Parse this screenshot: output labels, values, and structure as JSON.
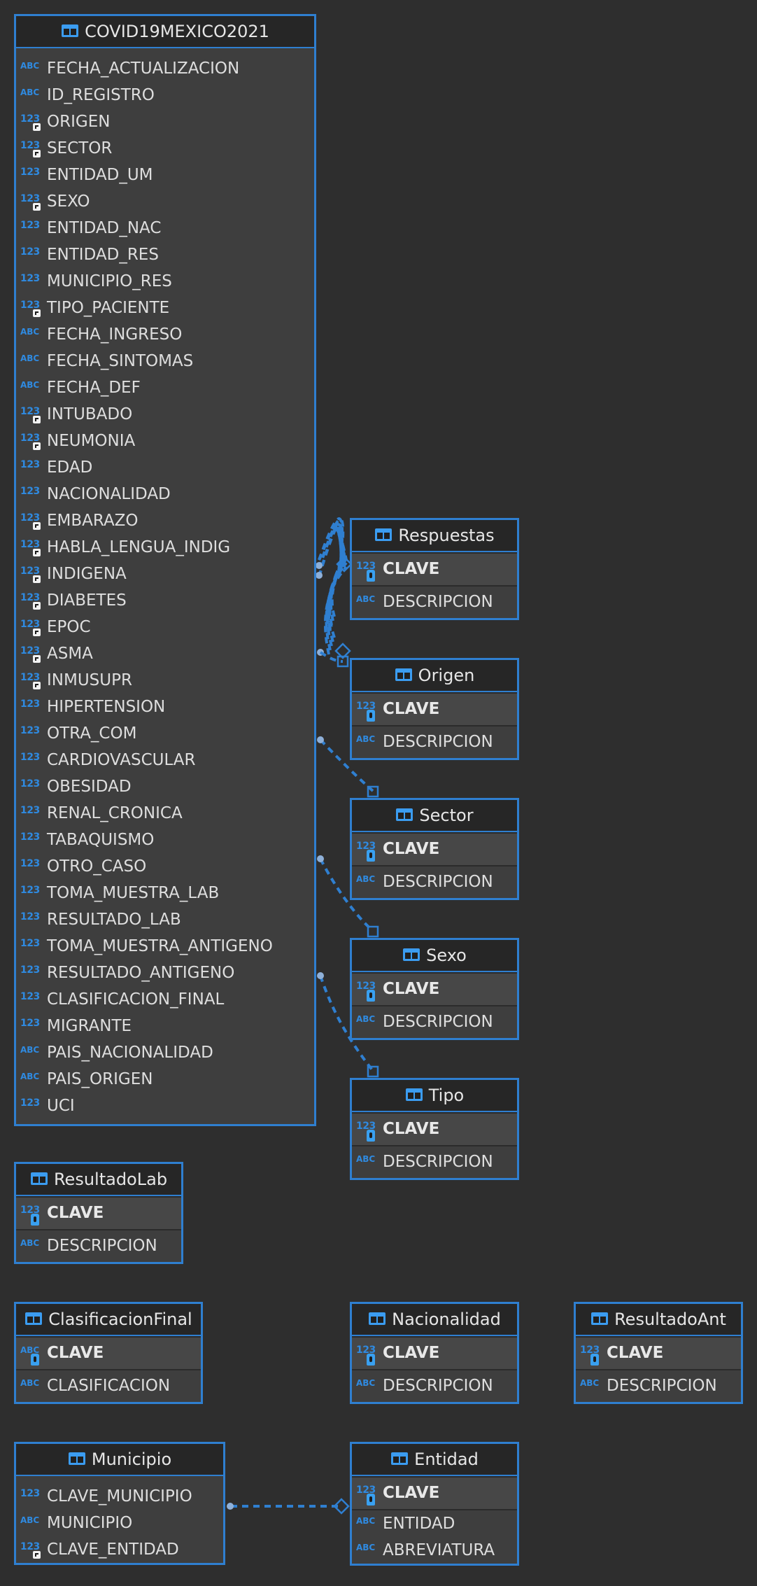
{
  "entities": [
    {
      "id": "covid",
      "title": "COVID19MEXICO2021",
      "columns": [
        {
          "name": "FECHA_ACTUALIZACION",
          "type": "ABC"
        },
        {
          "name": "ID_REGISTRO",
          "type": "ABC"
        },
        {
          "name": "ORIGEN",
          "type": "123",
          "fk": true
        },
        {
          "name": "SECTOR",
          "type": "123",
          "fk": true
        },
        {
          "name": "ENTIDAD_UM",
          "type": "123"
        },
        {
          "name": "SEXO",
          "type": "123",
          "fk": true
        },
        {
          "name": "ENTIDAD_NAC",
          "type": "123"
        },
        {
          "name": "ENTIDAD_RES",
          "type": "123"
        },
        {
          "name": "MUNICIPIO_RES",
          "type": "123"
        },
        {
          "name": "TIPO_PACIENTE",
          "type": "123",
          "fk": true
        },
        {
          "name": "FECHA_INGRESO",
          "type": "ABC"
        },
        {
          "name": "FECHA_SINTOMAS",
          "type": "ABC"
        },
        {
          "name": "FECHA_DEF",
          "type": "ABC"
        },
        {
          "name": "INTUBADO",
          "type": "123",
          "fk": true
        },
        {
          "name": "NEUMONIA",
          "type": "123",
          "fk": true
        },
        {
          "name": "EDAD",
          "type": "123"
        },
        {
          "name": "NACIONALIDAD",
          "type": "123"
        },
        {
          "name": "EMBARAZO",
          "type": "123",
          "fk": true
        },
        {
          "name": "HABLA_LENGUA_INDIG",
          "type": "123",
          "fk": true
        },
        {
          "name": "INDIGENA",
          "type": "123",
          "fk": true
        },
        {
          "name": "DIABETES",
          "type": "123",
          "fk": true
        },
        {
          "name": "EPOC",
          "type": "123",
          "fk": true
        },
        {
          "name": "ASMA",
          "type": "123",
          "fk": true
        },
        {
          "name": "INMUSUPR",
          "type": "123",
          "fk": true
        },
        {
          "name": "HIPERTENSION",
          "type": "123"
        },
        {
          "name": "OTRA_COM",
          "type": "123"
        },
        {
          "name": "CARDIOVASCULAR",
          "type": "123"
        },
        {
          "name": "OBESIDAD",
          "type": "123"
        },
        {
          "name": "RENAL_CRONICA",
          "type": "123"
        },
        {
          "name": "TABAQUISMO",
          "type": "123"
        },
        {
          "name": "OTRO_CASO",
          "type": "123"
        },
        {
          "name": "TOMA_MUESTRA_LAB",
          "type": "123"
        },
        {
          "name": "RESULTADO_LAB",
          "type": "123"
        },
        {
          "name": "TOMA_MUESTRA_ANTIGENO",
          "type": "123"
        },
        {
          "name": "RESULTADO_ANTIGENO",
          "type": "123"
        },
        {
          "name": "CLASIFICACION_FINAL",
          "type": "123"
        },
        {
          "name": "MIGRANTE",
          "type": "123"
        },
        {
          "name": "PAIS_NACIONALIDAD",
          "type": "ABC"
        },
        {
          "name": "PAIS_ORIGEN",
          "type": "ABC"
        },
        {
          "name": "UCI",
          "type": "123"
        }
      ]
    },
    {
      "id": "respuestas",
      "title": "Respuestas",
      "columns": [
        {
          "name": "CLAVE",
          "type": "123",
          "pk": true
        },
        {
          "name": "DESCRIPCION",
          "type": "ABC"
        }
      ]
    },
    {
      "id": "origen",
      "title": "Origen",
      "columns": [
        {
          "name": "CLAVE",
          "type": "123",
          "pk": true
        },
        {
          "name": "DESCRIPCION",
          "type": "ABC"
        }
      ]
    },
    {
      "id": "sector",
      "title": "Sector",
      "columns": [
        {
          "name": "CLAVE",
          "type": "123",
          "pk": true
        },
        {
          "name": "DESCRIPCION",
          "type": "ABC"
        }
      ]
    },
    {
      "id": "sexo",
      "title": "Sexo",
      "columns": [
        {
          "name": "CLAVE",
          "type": "123",
          "pk": true
        },
        {
          "name": "DESCRIPCION",
          "type": "ABC"
        }
      ]
    },
    {
      "id": "tipo",
      "title": "Tipo",
      "columns": [
        {
          "name": "CLAVE",
          "type": "123",
          "pk": true
        },
        {
          "name": "DESCRIPCION",
          "type": "ABC"
        }
      ]
    },
    {
      "id": "resultadolab",
      "title": "ResultadoLab",
      "columns": [
        {
          "name": "CLAVE",
          "type": "123",
          "pk": true
        },
        {
          "name": "DESCRIPCION",
          "type": "ABC"
        }
      ]
    },
    {
      "id": "clasificacionfinal",
      "title": "ClasificacionFinal",
      "columns": [
        {
          "name": "CLAVE",
          "type": "ABC",
          "pk": true
        },
        {
          "name": "CLASIFICACION",
          "type": "ABC"
        }
      ]
    },
    {
      "id": "nacionalidad",
      "title": "Nacionalidad",
      "columns": [
        {
          "name": "CLAVE",
          "type": "123",
          "pk": true
        },
        {
          "name": "DESCRIPCION",
          "type": "ABC"
        }
      ]
    },
    {
      "id": "resultadoant",
      "title": "ResultadoAnt",
      "columns": [
        {
          "name": "CLAVE",
          "type": "123",
          "pk": true
        },
        {
          "name": "DESCRIPCION",
          "type": "ABC"
        }
      ]
    },
    {
      "id": "municipio",
      "title": "Municipio",
      "plain": true,
      "columns": [
        {
          "name": "CLAVE_MUNICIPIO",
          "type": "123"
        },
        {
          "name": "MUNICIPIO",
          "type": "ABC"
        },
        {
          "name": "CLAVE_ENTIDAD",
          "type": "123",
          "fk": true
        }
      ]
    },
    {
      "id": "entidad",
      "title": "Entidad",
      "columns": [
        {
          "name": "CLAVE",
          "type": "123",
          "pk": true
        },
        {
          "name": "ENTIDAD",
          "type": "ABC"
        },
        {
          "name": "ABREVIATURA",
          "type": "ABC"
        }
      ]
    }
  ],
  "relationships": [
    {
      "from": "covid",
      "to": "respuestas",
      "count": 11
    },
    {
      "from": "covid",
      "to": "origen"
    },
    {
      "from": "covid",
      "to": "sector"
    },
    {
      "from": "covid",
      "to": "sexo"
    },
    {
      "from": "covid",
      "to": "tipo"
    },
    {
      "from": "municipio",
      "to": "entidad"
    }
  ],
  "colors": {
    "background": "#2e2e2e",
    "border": "#2f7fd0",
    "header": "#262626",
    "body": "#3e3e3e",
    "line": "#2f7fd0",
    "type_icon": "#2f8ae0"
  }
}
